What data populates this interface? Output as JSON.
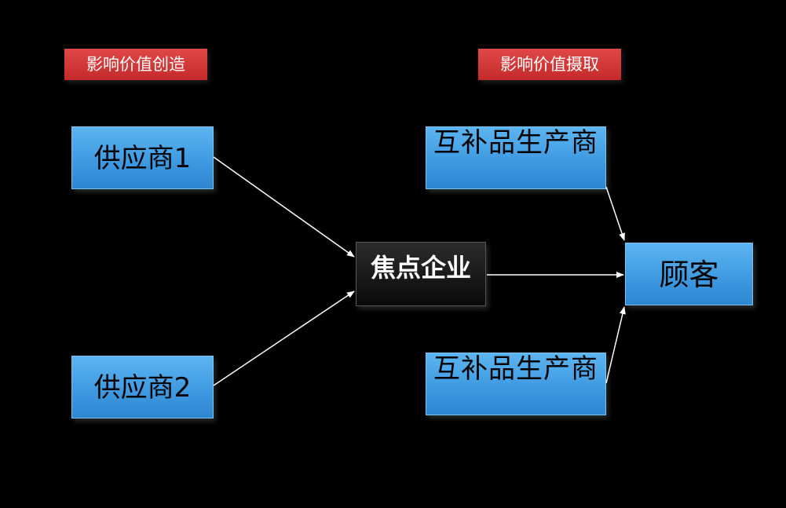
{
  "labels": {
    "value_creation": "影响价值创造",
    "value_capture": "影响价值摄取"
  },
  "nodes": {
    "supplier_1": "供应商1",
    "supplier_2": "供应商2",
    "focal_firm": "焦点企业",
    "complementor_top": "互补品生产商",
    "complementor_bottom": "互补品生产商",
    "customer": "顾客"
  },
  "colors": {
    "background": "#000000",
    "box_blue": "#3d98e0",
    "tag_red": "#d03838",
    "arrow": "#ffffff"
  }
}
